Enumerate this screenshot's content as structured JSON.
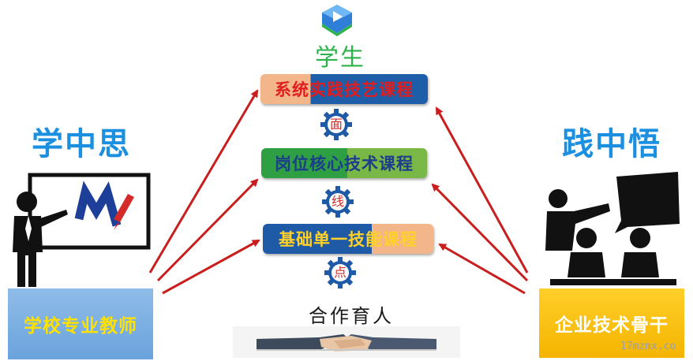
{
  "top": {
    "icon": "play-cap-icon",
    "student_label": "学生"
  },
  "courses": [
    {
      "label": "系统实践技艺课程"
    },
    {
      "label": "岗位核心技术课程"
    },
    {
      "label": "基础单一技能课程"
    }
  ],
  "connectors": [
    {
      "label": "面",
      "icon": "gear-icon"
    },
    {
      "label": "线",
      "icon": "gear-icon"
    },
    {
      "label": "点",
      "icon": "gear-icon"
    }
  ],
  "left": {
    "title": "学中思",
    "illustration": "teacher-whiteboard-icon",
    "role": "学校专业教师"
  },
  "right": {
    "title": "践中悟",
    "illustration": "presentation-audience-icon",
    "role": "企业技术骨干"
  },
  "bottom": {
    "label": "合作育人",
    "illustration": "handshake-icon"
  },
  "watermark": "17mzmx.co",
  "colors": {
    "arrow": "#c81e1e",
    "title_blue": "#1b8fe0",
    "student_green": "#2db34a"
  }
}
